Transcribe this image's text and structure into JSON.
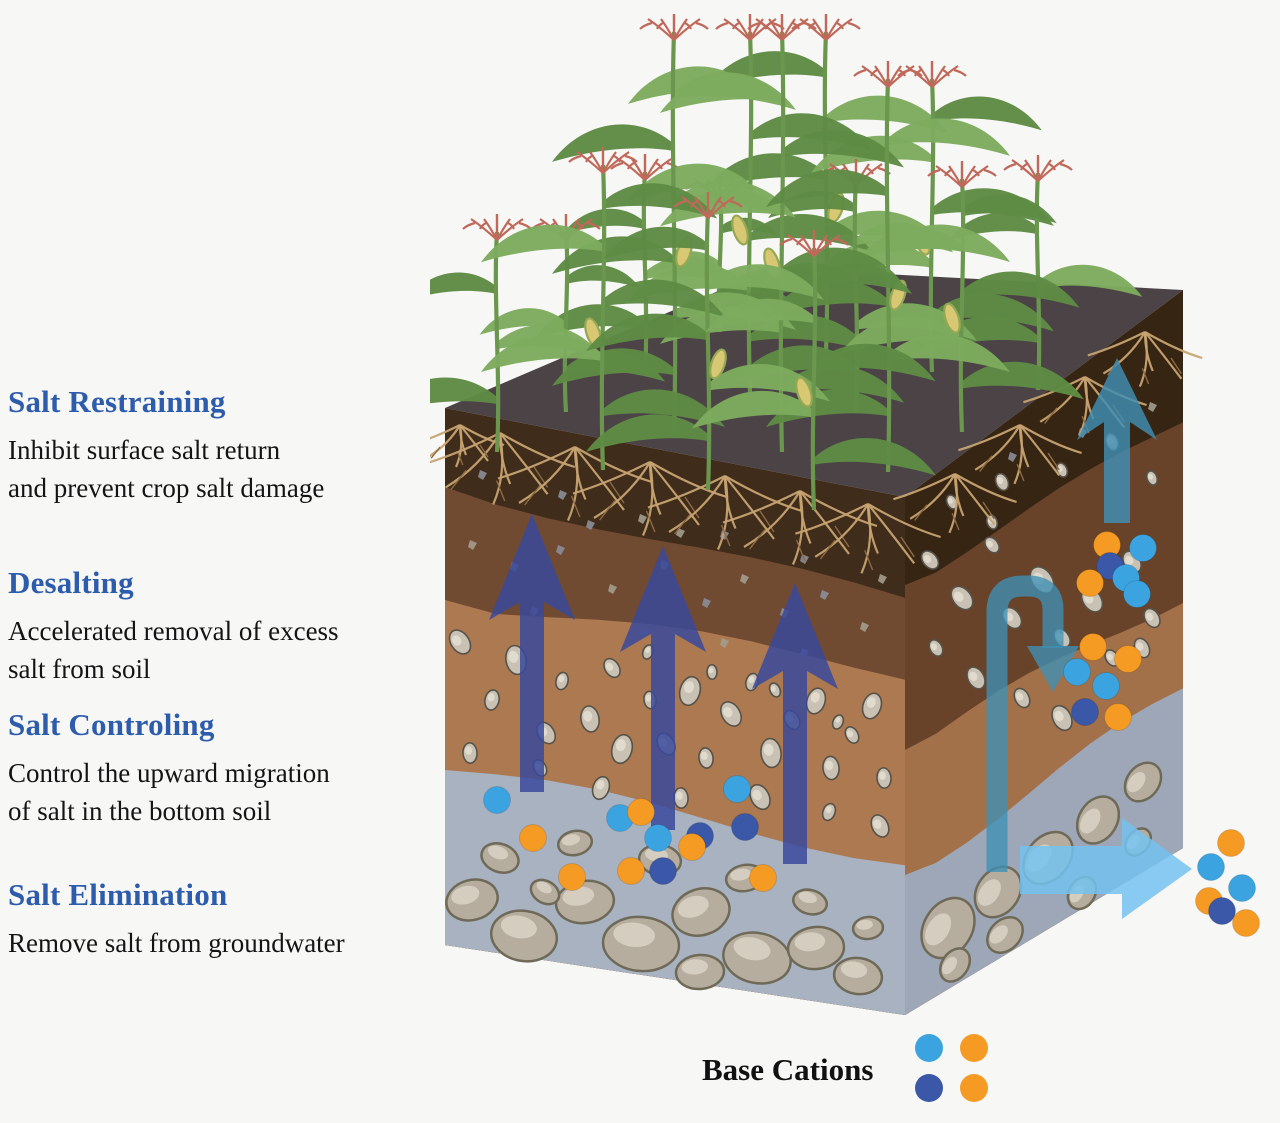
{
  "annotations": [
    {
      "title": "Salt Restraining",
      "line1": "Inhibit surface salt return",
      "line2": "and prevent crop salt damage"
    },
    {
      "title": "Desalting",
      "line1": "Accelerated removal of excess",
      "line2": "salt from soil"
    },
    {
      "title": "Salt Controling",
      "line1": "Control the upward migration",
      "line2": "of salt in the bottom soil"
    },
    {
      "title": "Salt Elimination",
      "line1": "Remove salt from groundwater",
      "line2": ""
    }
  ],
  "legend": {
    "label": "Base Cations",
    "cation_colors": [
      "#3ba4e0",
      "#f59a23",
      "#3a57a8",
      "#f59a23"
    ]
  },
  "diagram": {
    "description": "3D soil profile block planted with corn showing salt management processes",
    "background_color": "#f7f7f5",
    "layers": [
      {
        "name": "surface",
        "color": "#4c4347"
      },
      {
        "name": "root-zone-topsoil",
        "color": "#3f2c1b"
      },
      {
        "name": "dark-brown-subsoil",
        "color": "#714a32"
      },
      {
        "name": "tan-subsoil",
        "color": "#ad7950"
      },
      {
        "name": "groundwater-gravel",
        "color": "#a9b2c1"
      }
    ],
    "right_face_layers": {
      "root_zone": "#372513",
      "dark_brown": "#68432a",
      "tan": "#a27149",
      "gravel": "#9da7b7"
    },
    "arrow_colors": {
      "upward_salt_migration": "#39499b",
      "leaching_return": "#3f8fb5",
      "groundwater_outflow": "#74c2f0"
    },
    "cation_colors": {
      "light_blue": "#3ba4e0",
      "orange": "#f59a23",
      "dark_blue": "#3a57a8"
    },
    "plant_colors": {
      "stalk": "#6a974d",
      "leaf": "#7dab5e",
      "leaf_dark": "#5e8b44",
      "tassel": "#c0685a",
      "ear": "#d9c873"
    },
    "stone_colors": {
      "fill": "#b6ad9f",
      "edge": "#6f6a58",
      "highlight": "#dbd4c6",
      "pebble": "#c9c1b3",
      "pebble_edge": "#55524a"
    },
    "root_colors": {
      "main": "#c7a371",
      "dark": "#8d6b42"
    }
  }
}
